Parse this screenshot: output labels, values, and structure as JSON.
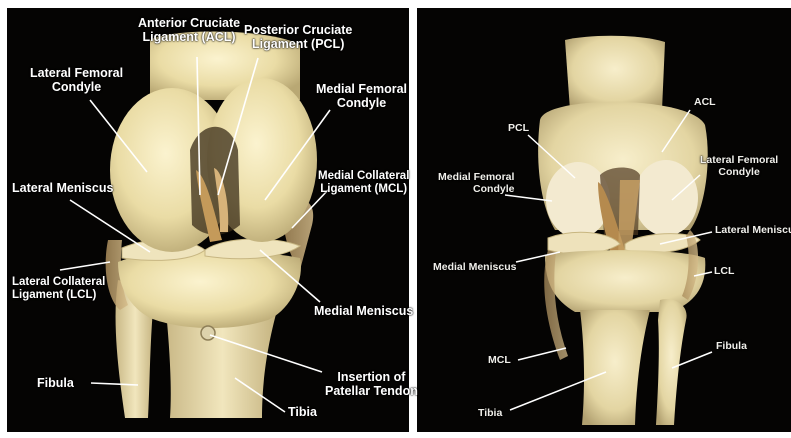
{
  "left_panel": {
    "labels": {
      "acl": "Anterior Cruciate\nLigament (ACL)",
      "pcl": "Posterior Cruciate\nLigament (PCL)",
      "lat_fem_condyle": "Lateral Femoral\nCondyle",
      "med_fem_condyle": "Medial Femoral\nCondyle",
      "lat_meniscus": "Lateral Meniscus",
      "mcl": "Medial Collateral\nLigament (MCL)",
      "lcl": "Lateral Collateral\nLigament (LCL)",
      "med_meniscus": "Medial Meniscus",
      "insertion": "Insertion of\nPatellar Tendon",
      "fibula": "Fibula",
      "tibia": "Tibia"
    }
  },
  "right_panel": {
    "labels": {
      "acl": "ACL",
      "pcl": "PCL",
      "lat_fem_condyle": "Lateral Femoral\nCondyle",
      "med_fem_condyle": "Medial Femoral\nCondyle",
      "lat_meniscus": "Lateral Meniscu",
      "med_meniscus": "Medial Meniscus",
      "lcl": "LCL",
      "fibula": "Fibula",
      "mcl": "MCL",
      "tibia": "Tibia"
    }
  }
}
